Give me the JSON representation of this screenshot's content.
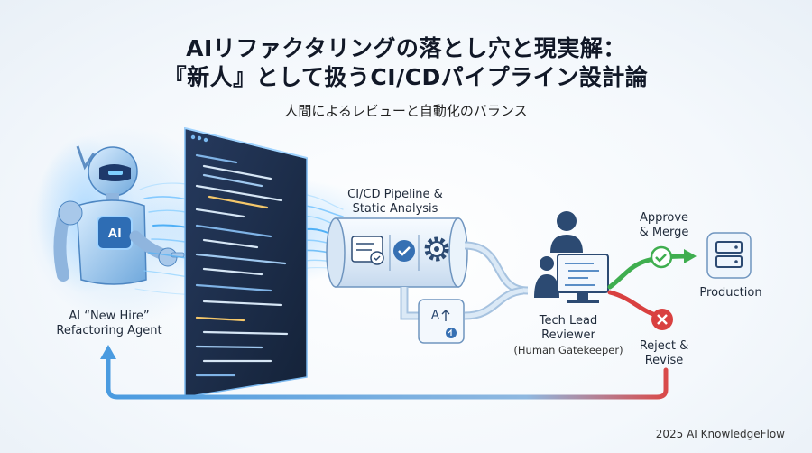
{
  "title": {
    "line1": "AIリファクタリングの落とし穴と現実解：",
    "line2": "『新人』として扱うCI/CDパイプライン設計論"
  },
  "subtitle": "人間によるレビューと自動化のバランス",
  "agent": {
    "badge": "AI",
    "label_line1": "AI “New Hire”",
    "label_line2": "Refactoring Agent"
  },
  "pipeline": {
    "label_line1": "CI/CD Pipeline &",
    "label_line2": "Static Analysis"
  },
  "reviewer": {
    "label_line1": "Tech Lead",
    "label_line2": "Reviewer",
    "label_line3": "(Human Gatekeeper)"
  },
  "approve": {
    "label_line1": "Approve",
    "label_line2": "& Merge"
  },
  "reject": {
    "label_line1": "Reject &",
    "label_line2": "Revise"
  },
  "production": {
    "label": "Production"
  },
  "footer": "2025 AI KnowledgeFlow",
  "colors": {
    "approve": "#3fae4f",
    "reject": "#d94040",
    "flow": "#3b8fd8",
    "panel": "#1c2c4a"
  },
  "icons": [
    "robot-icon",
    "code-panel-icon",
    "checklist-icon",
    "check-icon",
    "gear-icon",
    "format-icon",
    "person-icon",
    "monitor-icon",
    "server-icon",
    "x-icon"
  ]
}
